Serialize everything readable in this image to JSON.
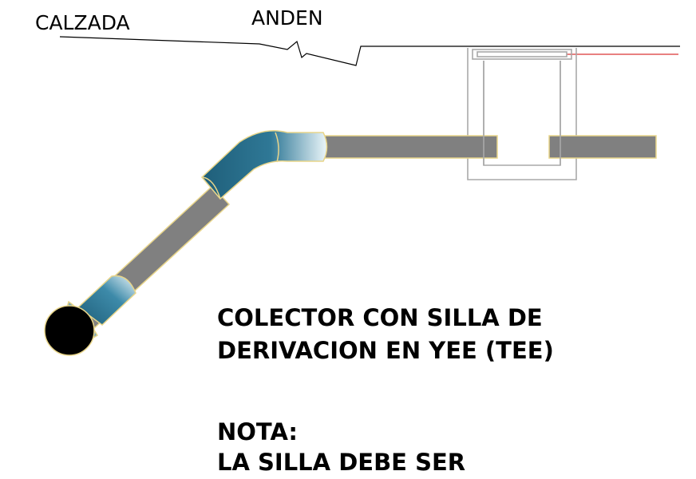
{
  "labels": {
    "calzada": "CALZADA",
    "anden": "ANDEN"
  },
  "title": {
    "line1": "COLECTOR CON SILLA DE",
    "line2": "DERIVACION EN YEE (TEE)"
  },
  "note": {
    "heading": "NOTA:",
    "line1": "LA SILLA DEBE SER"
  },
  "colors": {
    "pipe": "#808080",
    "pipe_outline": "#e8d58a",
    "fitting_dark": "#1f5f7a",
    "fitting_light": "#e8f4f8",
    "chamber_outline": "#a9a9a9",
    "collector": "#000000",
    "red_line": "#d00000",
    "ground_line": "#000000"
  }
}
